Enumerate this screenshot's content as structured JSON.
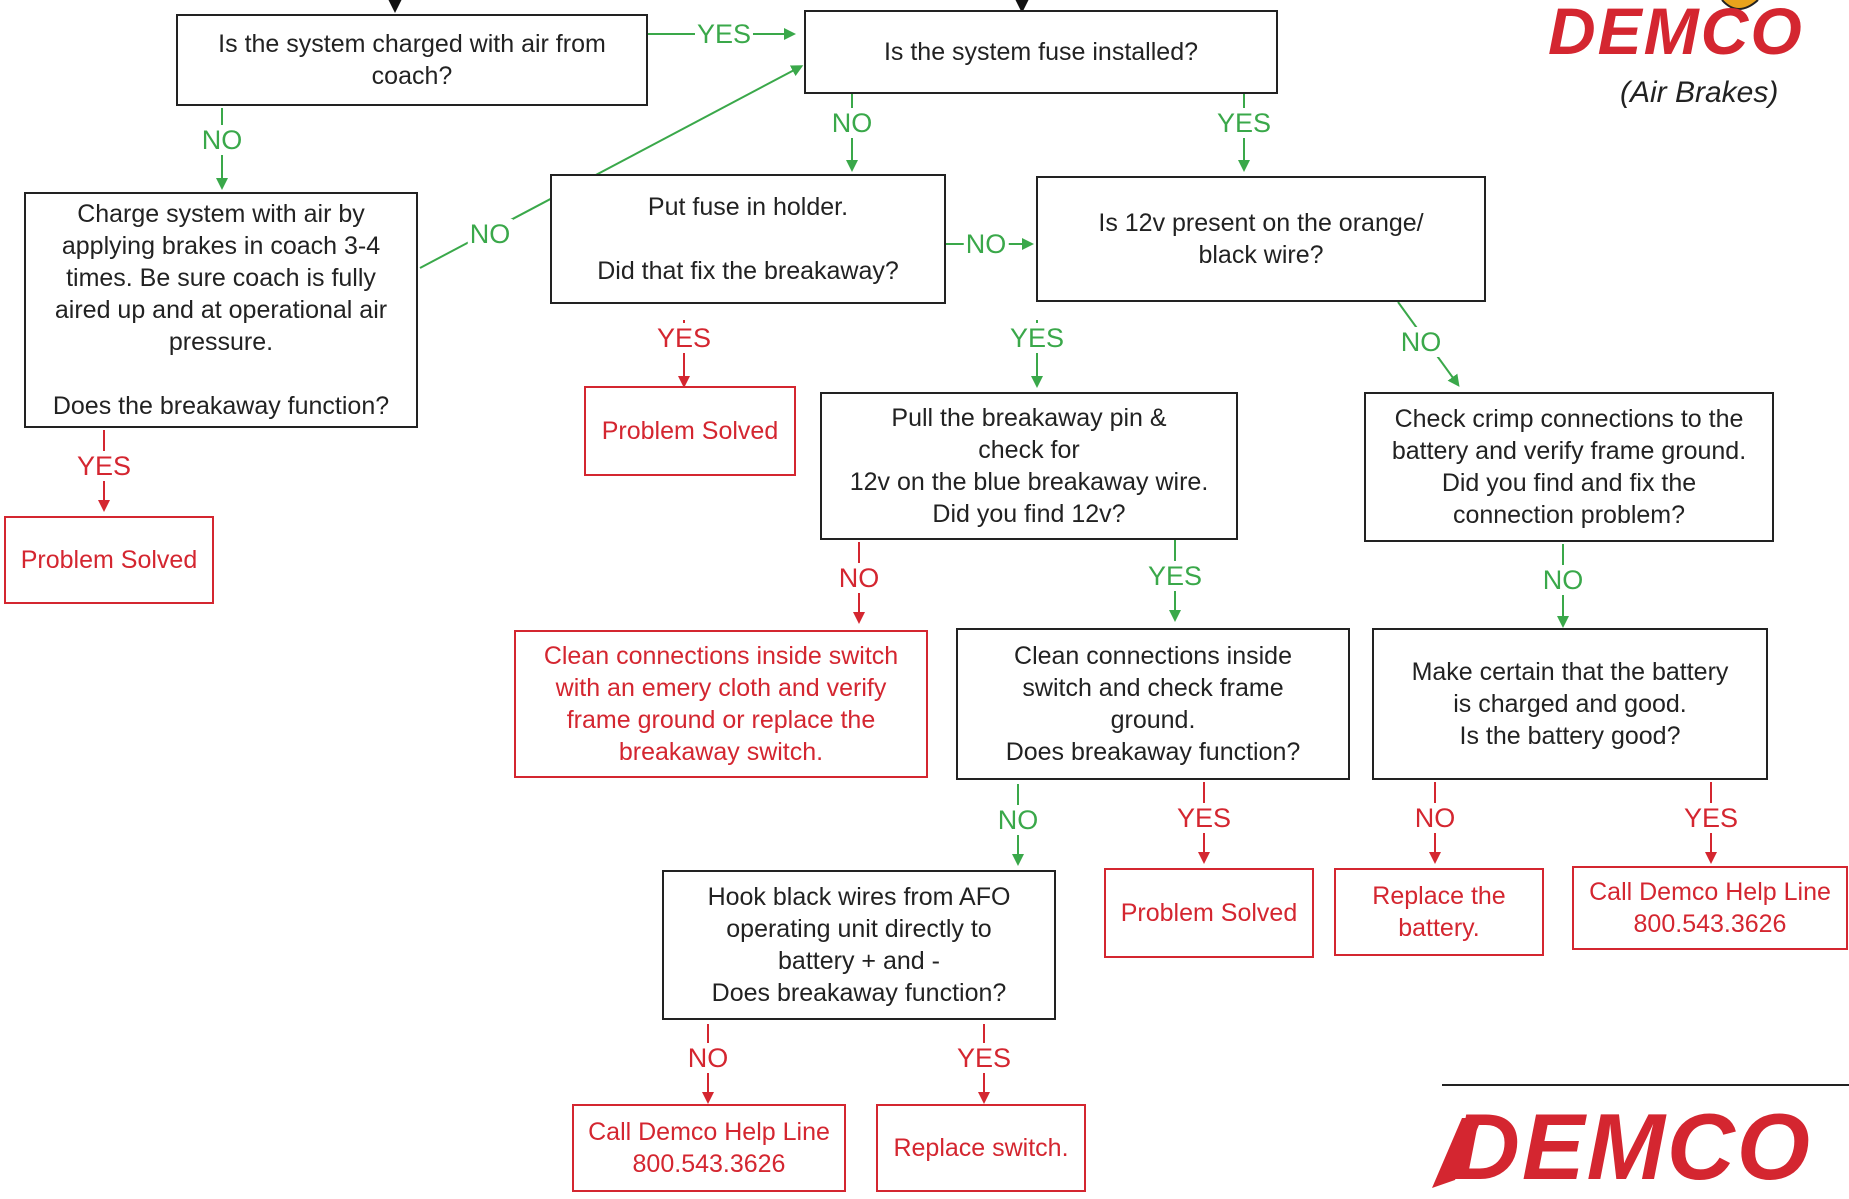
{
  "colors": {
    "yes_path": "#3aa84a",
    "no_path": "#3aa84a",
    "terminal": "#d42630",
    "question": "#222222"
  },
  "logo": {
    "top": "DEMCO",
    "subtitle": "(Air Brakes)",
    "bottom": "DEMCO"
  },
  "nodes": {
    "charged": "Is the system charged with air from\ncoach?",
    "fuse_installed": "Is the system fuse installed?",
    "charge_system": "Charge system with air by\napplying brakes in coach 3-4\ntimes. Be sure coach is fully\naired up and at operational air\npressure.\n\nDoes the breakaway function?",
    "put_fuse": "Put fuse in holder.\n\nDid that fix the breakaway?",
    "twelve_v_present": "Is 12v present on the orange/\nblack wire?",
    "solved_1": "Problem Solved",
    "solved_2": "Problem Solved",
    "pull_pin": "Pull the breakaway pin &\ncheck for\n12v on the blue breakaway wire.\nDid you find 12v?",
    "check_crimp": "Check crimp connections to the\nbattery and verify frame ground.\nDid you find and fix the\nconnection problem?",
    "clean_emery": "Clean connections inside switch\nwith an emery cloth and verify\nframe ground or replace the\nbreakaway switch.",
    "clean_switch": "Clean connections inside\nswitch and check frame\nground.\nDoes breakaway function?",
    "battery_check": "Make certain that the battery\nis charged and good.\nIs the battery good?",
    "hook_wires": "Hook black wires from AFO\noperating unit directly to\nbattery + and -\nDoes breakaway function?",
    "solved_3": "Problem Solved",
    "replace_battery": "Replace the\nbattery.",
    "help_line_1": "Call Demco Help Line\n800.543.3626",
    "help_line_2": "Call Demco Help Line\n800.543.3626",
    "replace_switch": "Replace switch."
  },
  "labels": {
    "yes": "YES",
    "no": "NO"
  }
}
